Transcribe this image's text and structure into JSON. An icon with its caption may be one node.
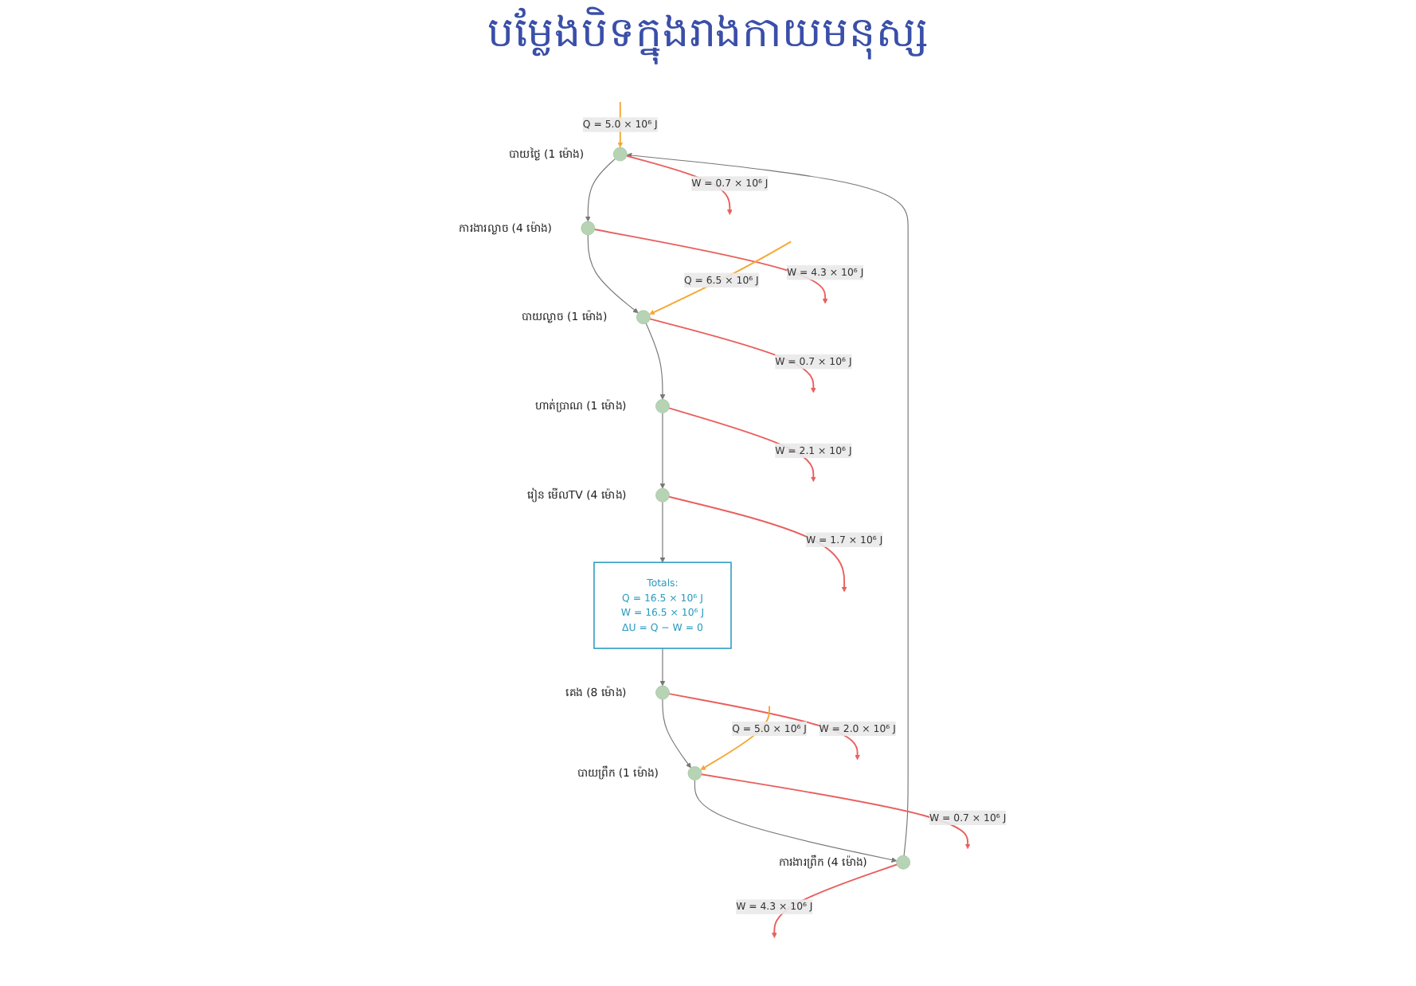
{
  "diagram": {
    "title": "បម្លែងបិទក្នុងរាងកាយមនុស្ស",
    "nodes": [
      {
        "text": [],
        "shape": "circle",
        "beside": [
          "បាយថ្ងៃ (1 ម៉ោង)"
        ]
      },
      {
        "text": [],
        "shape": "circle",
        "beside": [
          "ការងារល្ងាច (4 ម៉ោង)"
        ]
      },
      {
        "text": [],
        "shape": "circle",
        "beside": [
          "បាយល្ងាច (1 ម៉ោង)"
        ]
      },
      {
        "text": [],
        "shape": "circle",
        "beside": [
          "ហាត់ប្រាណ (1 ម៉ោង)"
        ]
      },
      {
        "text": [],
        "shape": "circle",
        "beside": [
          "រៀន មើលTV (4 ម៉ោង)"
        ]
      },
      {
        "text": [
          "Totals:",
          "Q = 16.5 × 10⁶ J",
          "W = 16.5 × 10⁶ J",
          "ΔU = Q − W = 0"
        ]
      },
      {
        "text": [],
        "shape": "circle",
        "beside": [
          "គេង (8 ម៉ោង)"
        ]
      },
      {
        "text": [],
        "shape": "circle",
        "beside": [
          "បាយព្រឹក (1 ម៉ោង)"
        ]
      },
      {
        "text": [],
        "shape": "circle",
        "beside": [
          "ការងារព្រឹក (4 ម៉ោង)"
        ]
      }
    ],
    "edges": [
      {
        "from": 0,
        "to": 1,
        "arrow": "to"
      },
      {
        "from": 1,
        "to": 2,
        "arrow": "to"
      },
      {
        "from": 2,
        "to": 3,
        "arrow": "to"
      },
      {
        "from": 3,
        "to": 4,
        "arrow": "to"
      },
      {
        "from": 4,
        "to": 5,
        "arrow": "to"
      },
      {
        "from": 5,
        "to": 6,
        "arrow": "to"
      },
      {
        "from": 6,
        "to": 7,
        "arrow": "to"
      },
      {
        "from": 7,
        "to": 8,
        "arrow": "to"
      },
      {
        "from": 8,
        "to": 0,
        "arrow": "to"
      },
      {
        "from": null,
        "to": 0,
        "arrow": "to",
        "label": "Q = 5.0 × 10⁶ J",
        "color": "#f5a833"
      },
      {
        "from": 0,
        "to": null,
        "arrow": "to",
        "label": "W = 0.7 × 10⁶ J",
        "color": "#e8605f"
      },
      {
        "from": 1,
        "to": null,
        "arrow": "to",
        "label": "W = 4.3 × 10⁶ J",
        "color": "#e8605f"
      },
      {
        "from": null,
        "to": 2,
        "arrow": "to",
        "label": "Q = 6.5 × 10⁶ J",
        "color": "#f5a833"
      },
      {
        "from": 2,
        "to": null,
        "arrow": "to",
        "label": "W = 0.7 × 10⁶ J",
        "color": "#e8605f"
      },
      {
        "from": 3,
        "to": null,
        "arrow": "to",
        "label": "W = 2.1 × 10⁶ J",
        "color": "#e8605f"
      },
      {
        "from": 4,
        "to": null,
        "arrow": "to",
        "label": "W = 1.7 × 10⁶ J",
        "color": "#e8605f"
      },
      {
        "from": 6,
        "to": null,
        "arrow": "to",
        "label": "W = 2.0 × 10⁶ J",
        "color": "#e8605f"
      },
      {
        "from": null,
        "to": 7,
        "arrow": "to",
        "label": "Q = 5.0 × 10⁶ J",
        "color": "#f5a833"
      },
      {
        "from": 7,
        "to": null,
        "arrow": "to",
        "label": "W = 0.7 × 10⁶ J",
        "color": "#e8605f"
      },
      {
        "from": 8,
        "to": null,
        "arrow": "to",
        "label": "W = 4.3 × 10⁶ J",
        "color": "#e8605f"
      }
    ]
  }
}
